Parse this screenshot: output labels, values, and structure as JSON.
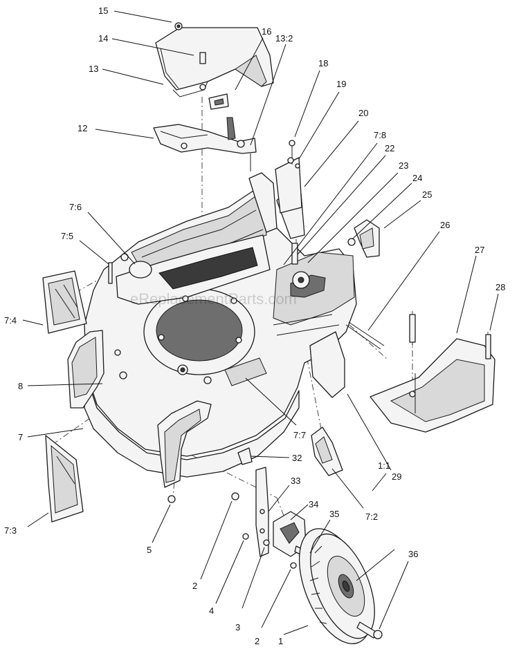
{
  "watermark": "eReplacementParts.com",
  "callouts": [
    "15",
    "14",
    "16",
    "13:2",
    "13",
    "18",
    "19",
    "20",
    "7:8",
    "22",
    "23",
    "24",
    "25",
    "12",
    "26",
    "7:6",
    "7:5",
    "27",
    "28",
    "7:4",
    "8",
    "7",
    "7:7",
    "32",
    "29",
    "33",
    "34",
    "7:2",
    "35",
    "1:1",
    "36",
    "7:3",
    "5",
    "2",
    "4",
    "3",
    "2",
    "1"
  ]
}
